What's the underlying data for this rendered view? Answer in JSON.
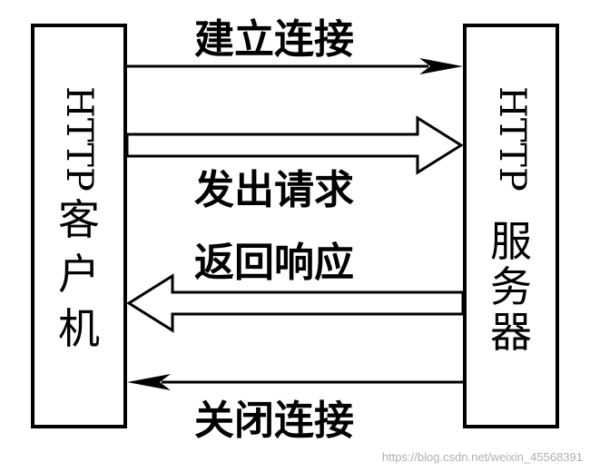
{
  "client": {
    "latin": "HTTP",
    "hanzi": [
      "客",
      "户",
      "机"
    ]
  },
  "server": {
    "latin": "HTTP",
    "hanzi": [
      "服",
      "务",
      "器"
    ]
  },
  "steps": {
    "establish": "建立连接",
    "request": "发出请求",
    "response": "返回响应",
    "close": "关闭连接"
  },
  "watermark": "https://blog.csdn.net/weixin_45568391"
}
